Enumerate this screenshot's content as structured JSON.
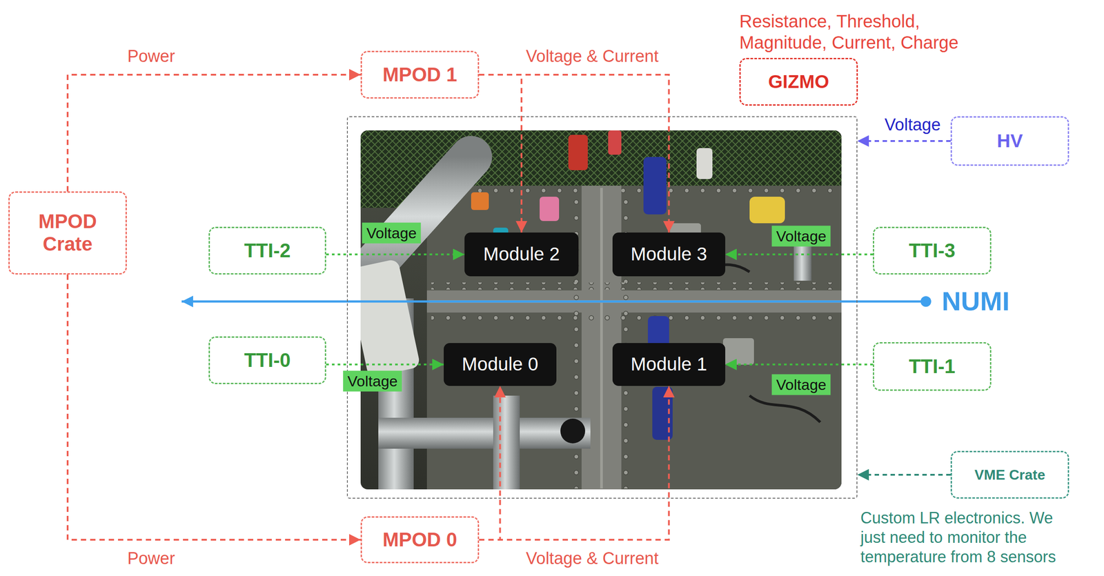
{
  "diagram": {
    "nodes": [
      {
        "text": [
          "MPOD 1"
        ]
      },
      {
        "text": [
          "Resistance, Threshold, Magnitude, Current, Charge",
          "GIZMO"
        ]
      },
      {
        "text": []
      },
      {
        "text": [
          "HV"
        ]
      },
      {
        "text": [
          "MPOD Crate"
        ]
      },
      {
        "text": [
          "TTI-2"
        ]
      },
      {
        "text": [
          "Module 2"
        ],
        "in": 2
      },
      {
        "text": [
          "Module 3"
        ],
        "in": 2
      },
      {
        "text": [
          "TTI-3"
        ]
      },
      {
        "text": [
          "TTI-0"
        ]
      },
      {
        "text": [
          "Module 0"
        ],
        "in": 2
      },
      {
        "text": [
          "Module 1"
        ],
        "in": 2
      },
      {
        "text": [
          "TTI-1"
        ]
      },
      {
        "text": [
          "VME Crate"
        ]
      },
      {
        "text": [
          "MPOD 0"
        ]
      }
    ],
    "edges": [
      {
        "from": 4,
        "to": 0,
        "label": "Power",
        "arrow": "to"
      },
      {
        "from": 4,
        "to": 14,
        "label": "Power",
        "arrow": "to"
      },
      {
        "from": 0,
        "to": 6,
        "label": "Voltage & Current",
        "arrow": "to"
      },
      {
        "from": 0,
        "to": 7,
        "arrow": "to"
      },
      {
        "from": 14,
        "to": 10,
        "label": "Voltage & Current",
        "arrow": "to"
      },
      {
        "from": 14,
        "to": 11,
        "arrow": "to"
      },
      {
        "from": 5,
        "to": 6,
        "label": "Voltage",
        "arrow": "to"
      },
      {
        "from": 8,
        "to": 7,
        "label": "Voltage",
        "arrow": "to"
      },
      {
        "from": 9,
        "to": 10,
        "label": "Voltage",
        "arrow": "to"
      },
      {
        "from": 12,
        "to": 11,
        "label": "Voltage",
        "arrow": "to"
      },
      {
        "from": 3,
        "to": 2,
        "label": "Voltage",
        "arrow": "to"
      },
      {
        "from": 13,
        "to": 2,
        "arrow": "to"
      }
    ],
    "labels": [
      "NUMI",
      "Custom LR electronics. We just need to monitor the temperature from 8 sensors"
    ]
  }
}
